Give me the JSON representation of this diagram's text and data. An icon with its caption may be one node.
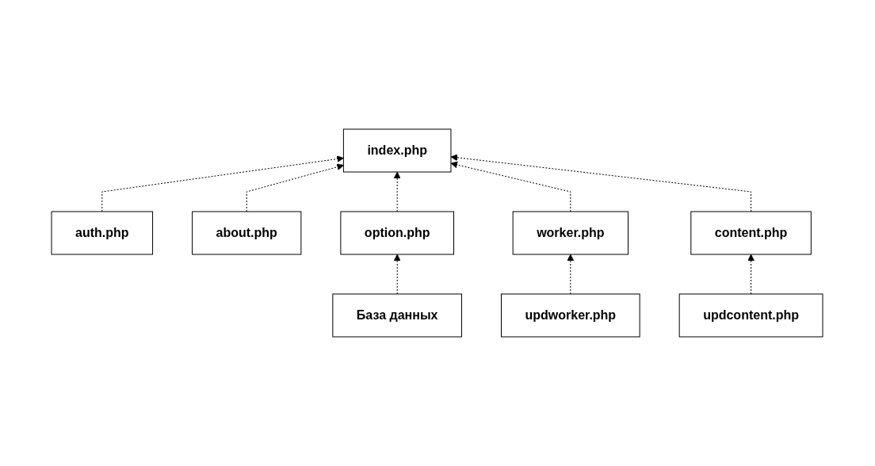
{
  "diagram": {
    "nodes": [
      {
        "text": [
          "База данных"
        ]
      },
      {
        "text": [
          "auth.php"
        ]
      },
      {
        "text": [
          "index.php"
        ]
      },
      {
        "text": [
          "option.php"
        ]
      },
      {
        "text": [
          "about.php"
        ]
      },
      {
        "text": [
          "worker.php"
        ]
      },
      {
        "text": [
          "content.php"
        ]
      },
      {
        "text": [
          "updworker.php"
        ]
      },
      {
        "text": [
          "updcontent.php"
        ]
      }
    ],
    "edges": [
      {
        "from": 1,
        "to": 2,
        "arrow": "to",
        "style": "dashed"
      },
      {
        "from": 4,
        "to": 2,
        "arrow": "to",
        "style": "dashed"
      },
      {
        "from": 3,
        "to": 2,
        "arrow": "to",
        "style": "dashed"
      },
      {
        "from": 0,
        "to": 3,
        "arrow": "to",
        "style": "dashed"
      },
      {
        "from": 5,
        "to": 2,
        "arrow": "to",
        "style": "dashed"
      },
      {
        "from": 6,
        "to": 2,
        "arrow": "to",
        "style": "dashed"
      },
      {
        "from": 7,
        "to": 5,
        "arrow": "to",
        "style": "dashed"
      },
      {
        "from": 8,
        "to": 6,
        "arrow": "to",
        "style": "dashed"
      }
    ]
  }
}
